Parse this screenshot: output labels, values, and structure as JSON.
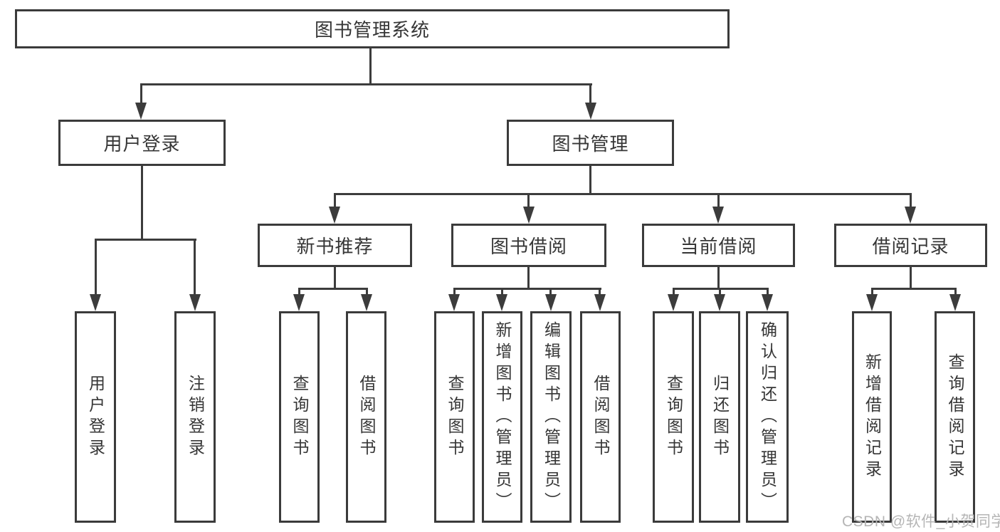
{
  "nodes": {
    "root": "图书管理系统",
    "user_login": "用户登录",
    "book_mgmt": "图书管理",
    "new_books": "新书推荐",
    "book_borrow": "图书借阅",
    "current_borrow": "当前借阅",
    "borrow_records": "借阅记录",
    "leaf_user_login": "用户登录",
    "leaf_logout": "注销登录",
    "leaf_nb_query": "查询图书",
    "leaf_nb_borrow": "借阅图书",
    "leaf_bb_query": "查询图书",
    "leaf_bb_add": "新增图书（管理员）",
    "leaf_bb_edit": "编辑图书（管理员）",
    "leaf_bb_borrow": "借阅图书",
    "leaf_cb_query": "查询图书",
    "leaf_cb_return": "归还图书",
    "leaf_cb_confirm": "确认归还（管理员）",
    "leaf_br_add": "新增借阅记录",
    "leaf_br_query": "查询借阅记录"
  },
  "colors": {
    "line": "#3c3c3c",
    "box_border": "#3b3b3b",
    "text": "#363636",
    "watermark": "#b5b5b5",
    "background": "#ffffff"
  },
  "watermark": "CSDN @软件_小贺同学"
}
